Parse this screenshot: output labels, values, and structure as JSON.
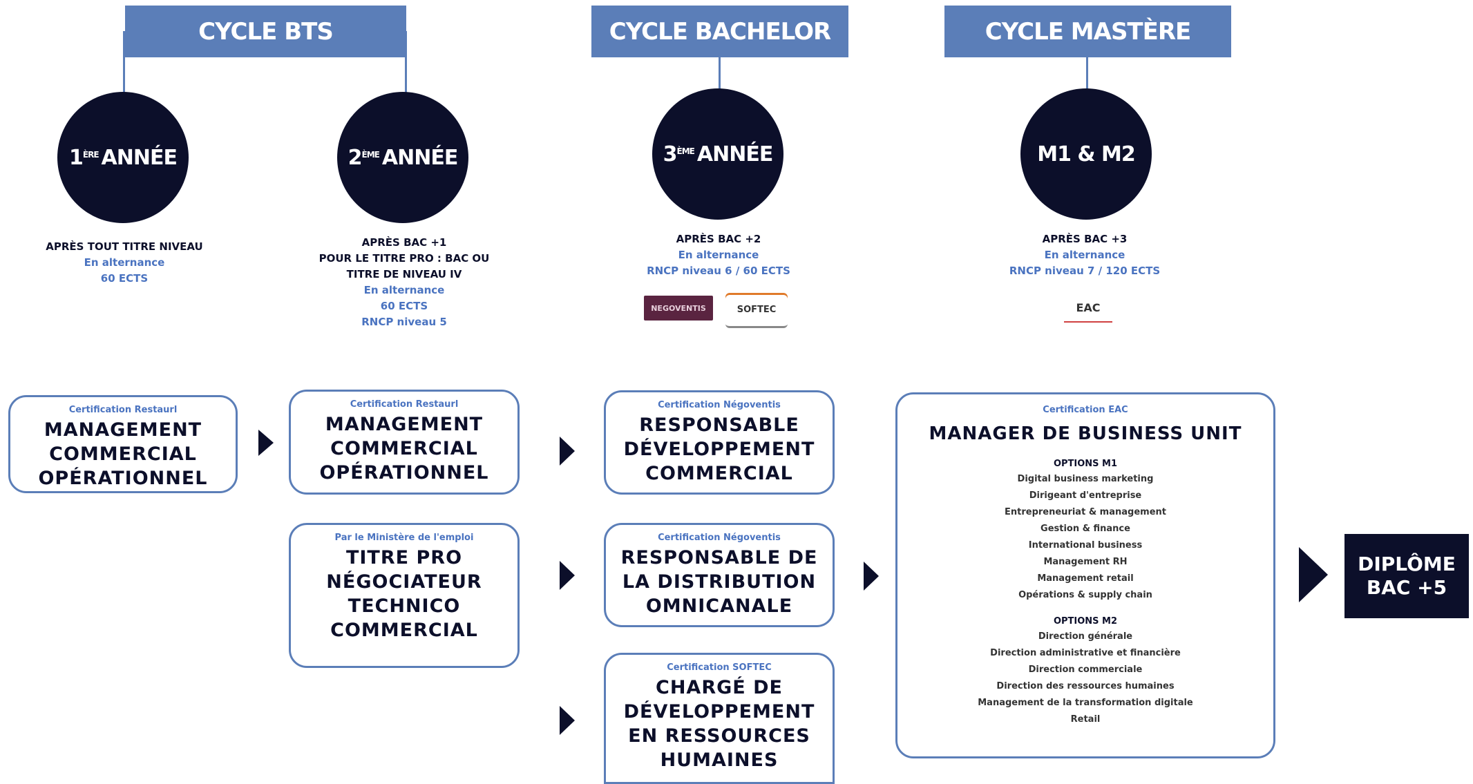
{
  "headers": {
    "bts": "CYCLE BTS",
    "bachelor": "CYCLE BACHELOR",
    "mastere": "CYCLE MASTÈRE"
  },
  "years": [
    {
      "base": "1",
      "sup": "ÈRE",
      "rest": "ANNÉE"
    },
    {
      "base": "2",
      "sup": "ÈME",
      "rest": "ANNÉE"
    },
    {
      "base": "3",
      "sup": "ÈME",
      "rest": "ANNÉE"
    },
    {
      "base": "M1 & M2",
      "sup": "",
      "rest": ""
    }
  ],
  "info": {
    "y1": {
      "line1": "APRÈS TOUT TITRE NIVEAU",
      "blue1": "En alternance",
      "blue2": "60 ECTS"
    },
    "y2": {
      "line1": "APRÈS BAC +1",
      "line2": "POUR LE TITRE PRO : BAC OU",
      "line3": "TITRE DE NIVEAU IV",
      "blue1": "En alternance",
      "blue2": "60 ECTS",
      "blue3": "RNCP niveau 5"
    },
    "y3": {
      "line1": "APRÈS BAC +2",
      "blue1": "En alternance",
      "blue2": "RNCP niveau 6 / 60 ECTS"
    },
    "m": {
      "line1": "APRÈS BAC +3",
      "blue1": "En alternance",
      "blue2": "RNCP niveau 7 / 120 ECTS"
    }
  },
  "logos": {
    "logo1": "NEGOVENTIS",
    "logo2": "SOFTEC",
    "logo3": "EAC"
  },
  "boxes": {
    "b1": {
      "cat": "Certification Restaurl",
      "title": "MANAGEMENT\nCOMMERCIAL\nOPÉRATIONNEL"
    },
    "b2": {
      "cat": "Certification Restaurl",
      "title": "MANAGEMENT\nCOMMERCIAL\nOPÉRATIONNEL"
    },
    "b3": {
      "cat": "Par le Ministère de l'emploi",
      "title": "TITRE PRO\nNÉGOCIATEUR\nTECHNICO\nCOMMERCIAL"
    },
    "b4": {
      "cat": "Certification Négoventis",
      "title": "RESPONSABLE\nDÉVELOPPEMENT\nCOMMERCIAL"
    },
    "b5": {
      "cat": "Certification Négoventis",
      "title": "RESPONSABLE DE\nLA DISTRIBUTION\nOMNICANALE"
    },
    "b6": {
      "cat": "Certification SOFTEC",
      "title": "CHARGÉ DE\nDÉVELOPPEMENT\nEN RESSOURCES\nHUMAINES"
    },
    "b7": {
      "cat": "Certification EAC",
      "title": "MANAGER DE BUSINESS UNIT",
      "opt1_label": "OPTIONS M1",
      "opt1_items": [
        "Digital business marketing",
        "Dirigeant d'entreprise",
        "Entrepreneuriat & management",
        "Gestion & finance",
        "International business",
        "Management RH",
        "Management retail",
        "Opérations & supply chain"
      ],
      "opt2_label": "OPTIONS M2",
      "opt2_items": [
        "Direction générale",
        "Direction administrative et financière",
        "Direction commerciale",
        "Direction des ressources humaines",
        "Management de la transformation digitale",
        "Retail"
      ]
    }
  },
  "final": {
    "line1": "DIPLÔME",
    "line2": "BAC +5"
  },
  "colors": {
    "accent": "#5b7eb8",
    "dark": "#0c0f2a",
    "blue_text": "#4a73c0"
  }
}
